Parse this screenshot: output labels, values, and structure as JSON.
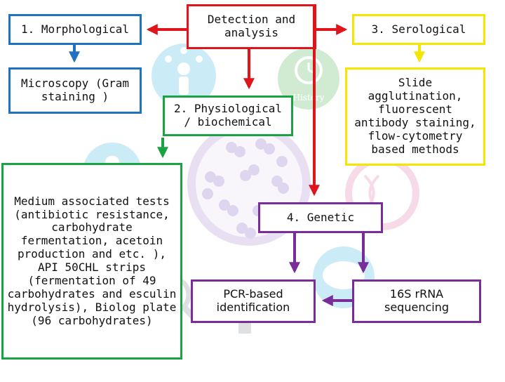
{
  "colors": {
    "red": "#e0151b",
    "blue": "#1f72c0",
    "yellow": "#f4e600",
    "green": "#1aa243",
    "purple": "#7a2d9a",
    "light_blue": "#5fc4e8",
    "light_green": "#74c47a",
    "pink": "#e88fb6",
    "lavender": "#b9a2d9"
  },
  "icons": [
    "juggler-icon",
    "history-clock-icon",
    "bacteria-petri-dish-icon",
    "test-tube-icon",
    "dna-icon",
    "magnifier-icon",
    "petri-dish-icon"
  ],
  "nodes": {
    "root": "Detection and analysis",
    "morphological": "1. Morphological",
    "microscopy": "Microscopy (Gram staining )",
    "serological": "3. Serological",
    "serological_methods": "Slide agglutination, fluorescent antibody staining, flow-cytometry based methods",
    "physiological": "2. Physiological / biochemical",
    "physiological_methods": "Medium associated tests (antibiotic resistance, carbohydrate fermentation, acetoin production and etc. ), API 50CHL strips (fermentation of 49 carbohydrates and esculin hydrolysis), Biolog plate (96 carbohydrates)",
    "genetic": "4. Genetic",
    "pcr": "PCR-based identification",
    "rrna": "16S rRNA sequencing"
  },
  "background_text": {
    "history": "History"
  }
}
